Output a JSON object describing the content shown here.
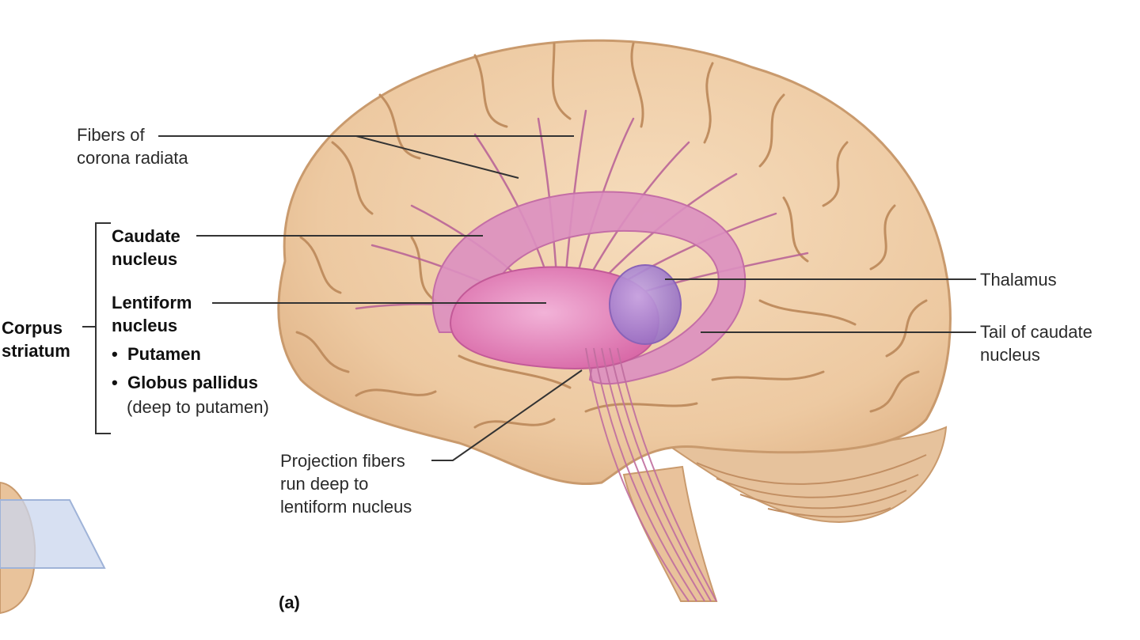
{
  "labels": {
    "fibers_corona_radiata": [
      "Fibers of",
      "corona radiata"
    ],
    "caudate_nucleus": [
      "Caudate",
      "nucleus"
    ],
    "lentiform_nucleus": [
      "Lentiform",
      "nucleus"
    ],
    "putamen": "Putamen",
    "globus_pallidus": "Globus pallidus",
    "globus_pallidus_note": "(deep to putamen)",
    "corpus_striatum": [
      "Corpus",
      "striatum"
    ],
    "thalamus": "Thalamus",
    "tail_caudate_nucleus": [
      "Tail of caudate",
      "nucleus"
    ],
    "projection_fibers": [
      "Projection fibers",
      "run deep to",
      "lentiform nucleus"
    ],
    "panel_letter": "(a)"
  },
  "colors": {
    "brain_fill": "#edc9a1",
    "brain_outline": "#c99a6d",
    "gyri_lines": "#c08e60",
    "cerebellum_fill": "#e6c29c",
    "caudate_fill": "#dc8fc0",
    "lentiform_fill": "#e27fb7",
    "thalamus_fill": "#a886d0",
    "fibers": "#b75f96",
    "leader_lines": "#333333",
    "inset_plane": "#c9d6ee"
  }
}
